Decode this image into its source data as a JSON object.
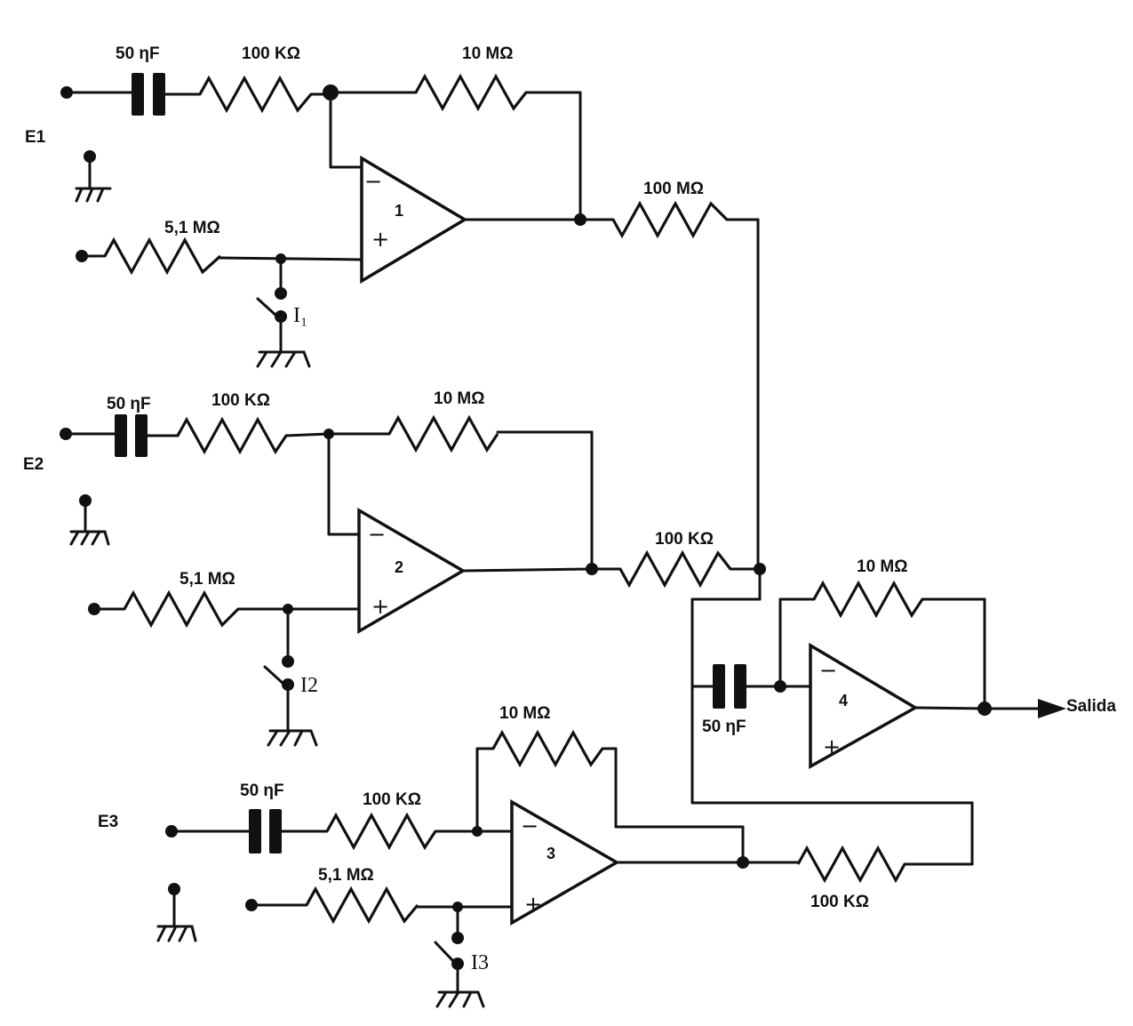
{
  "inputs": {
    "e1": "E1",
    "e2": "E2",
    "e3": "E3"
  },
  "switches": {
    "i1": "I₁",
    "i2": "I2",
    "i3": "I3"
  },
  "stage1": {
    "capacitor": "50 ηF",
    "input_resistor": "100 KΩ",
    "feedback_resistor": "10 MΩ",
    "bias_resistor": "5,1 MΩ",
    "amp_number": "1",
    "output_resistor": "100 MΩ"
  },
  "stage2": {
    "capacitor": "50  ηF",
    "input_resistor": "100 KΩ",
    "feedback_resistor": "10 MΩ",
    "bias_resistor": "5,1 MΩ",
    "amp_number": "2",
    "output_resistor": "100 KΩ"
  },
  "stage3": {
    "capacitor": "50 ηF",
    "input_resistor": "100 KΩ",
    "feedback_resistor": "10  MΩ",
    "bias_resistor": "5,1 MΩ",
    "amp_number": "3",
    "output_resistor": "100 KΩ"
  },
  "stage4": {
    "capacitor": "50 ηF",
    "feedback_resistor": "10 MΩ",
    "amp_number": "4"
  },
  "output": {
    "label": "Salida"
  },
  "signs": {
    "minus": "−",
    "plus": "+"
  }
}
